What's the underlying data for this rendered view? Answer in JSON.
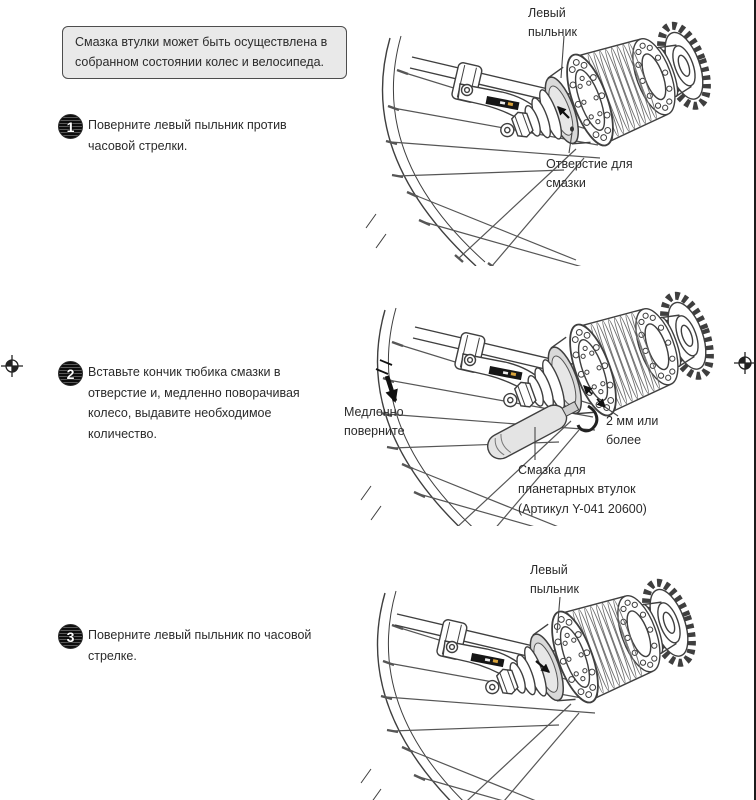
{
  "note": {
    "text": "Смазка втулки может быть осуществлена в собранном состоянии колес и велосипеда."
  },
  "steps": [
    {
      "num": "1",
      "text": "Поверните левый пыльник против часовой стрелки."
    },
    {
      "num": "2",
      "text": "Вставьте кончик тюбика смазки в отверстие и, медленно поворачивая колесо, выдавите необходимое количество."
    },
    {
      "num": "3",
      "text": "Поверните левый пыльник по часовой стрелке."
    }
  ],
  "figures": {
    "fig1": {
      "cap_label": "Левый пыльник",
      "hole_label": "Отверстие для смазки"
    },
    "fig2": {
      "slow_label": "Медленно поверните",
      "gap_label": "2 мм или более",
      "grease_label": "Смазка для планетарных втулок (Артикул Y-041 20600)"
    },
    "fig3": {
      "cap_label": "Левый пыльник"
    }
  },
  "icons": {
    "registration_mark": "print-registration-crosshair",
    "step_badge": "striped-sphere-number",
    "ccw_arrow": "counterclockwise-arrow",
    "cw_arrow": "clockwise-arrow",
    "down_arrow": "rotate-wheel-down-arrow",
    "measure_arrows": "gap-measure-arrows"
  },
  "colors": {
    "page_bg": "#ffffff",
    "note_bg": "#e9e9e9",
    "note_border": "#4d4d4d",
    "line_art": "#3f3f3f",
    "dust_cap_fill": "#d9d9d9",
    "grease_tube_fill": "#e4e4e4",
    "text": "#2b2b2b",
    "edge_line": "#1c1c1c"
  }
}
